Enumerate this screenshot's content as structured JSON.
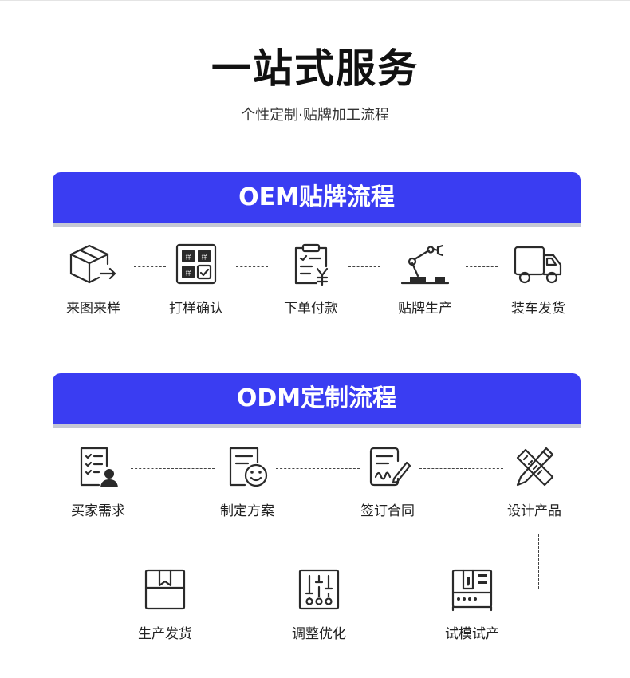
{
  "header": {
    "title": "一站式服务",
    "subtitle": "个性定制·贴牌加工流程"
  },
  "oem": {
    "title": "OEM贴牌流程",
    "steps": [
      {
        "label": "来图来样",
        "icon": "box-arrow-icon"
      },
      {
        "label": "打样确认",
        "icon": "sample-grid-icon"
      },
      {
        "label": "下单付款",
        "icon": "clipboard-yen-icon"
      },
      {
        "label": "贴牌生产",
        "icon": "robot-arm-icon"
      },
      {
        "label": "装车发货",
        "icon": "truck-icon"
      }
    ]
  },
  "odm": {
    "title": "ODM定制流程",
    "steps": [
      {
        "label": "买家需求",
        "icon": "document-user-icon"
      },
      {
        "label": "制定方案",
        "icon": "document-smile-icon"
      },
      {
        "label": "签订合同",
        "icon": "contract-pen-icon"
      },
      {
        "label": "设计产品",
        "icon": "ruler-pencil-icon"
      },
      {
        "label": "试模试产",
        "icon": "machine-icon"
      },
      {
        "label": "调整优化",
        "icon": "sliders-icon"
      },
      {
        "label": "生产发货",
        "icon": "package-icon"
      }
    ]
  },
  "colors": {
    "banner": "#3a3df2",
    "text": "#222222",
    "icon": "#2a2a2a"
  }
}
